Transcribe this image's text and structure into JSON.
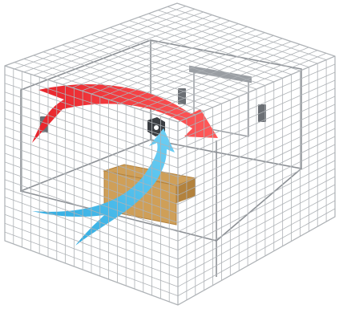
{
  "scene": {
    "kind": "room-airflow-isometric",
    "grid_color": "#aeb2b6",
    "inner_line_color": "#8c9095",
    "background": "#ffffff"
  },
  "arrows": {
    "warm": {
      "color": "#e8232a",
      "highlight": "#ff5a5a",
      "direction": "left-to-right"
    },
    "cool": {
      "color": "#29a8e0",
      "highlight": "#6fd0f5",
      "direction": "upward-from-floor"
    }
  },
  "objects": {
    "desk_color": "#cf9f58",
    "desk_shadow": "#b3823d",
    "speaker_color": "#6b6f74",
    "screen_color": "#9a9ea3",
    "projector_color": "#3a3d41"
  }
}
